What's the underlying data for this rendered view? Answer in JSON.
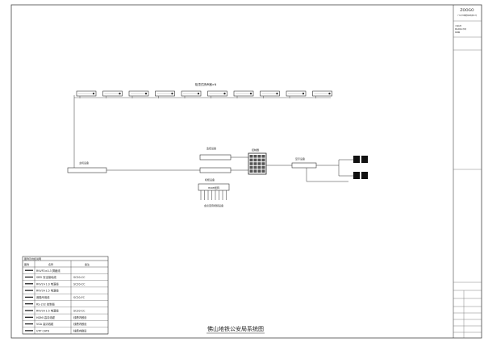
{
  "drawing": {
    "title": "佛山地铁公安局系统图",
    "top_label": "吸顶式扬声器×N",
    "left_label": "主机设备",
    "mid_label": "监控设备",
    "center_box_label": "控制器",
    "right_label": "显示设备",
    "rack_label": "机柜设备",
    "rack_sub": "HDMI矩阵",
    "rack_caption": "会议室音视频设备"
  },
  "title_block": {
    "company": "ZOOGO",
    "company_sub": "广东中光智能科技有限公司",
    "note_lines": [
      "工程名称",
      "佛山地铁公安局",
      "系统图"
    ]
  },
  "legend": {
    "title": "图例及线缆说明",
    "headers": [
      "图例",
      "名称",
      "备注"
    ],
    "rows": [
      {
        "name": "RVVP2×0.3 屏蔽线",
        "note": ""
      },
      {
        "name": "SEEI 安全接地线",
        "note": "SC20-CC"
      },
      {
        "name": "RVV2×1.0 电源线",
        "note": "SC20-CC"
      },
      {
        "name": "RVV3×1.5 电源线",
        "note": ""
      },
      {
        "name": "音箱专用线",
        "note": "SC20-FC"
      },
      {
        "name": "RS-232 控制线",
        "note": ""
      },
      {
        "name": "RVV3×1.5 电源线",
        "note": "SC20-CC"
      },
      {
        "name": "HDMI 高清线缆",
        "note": "线槽内敷设"
      },
      {
        "name": "VGA 高清线缆",
        "note": "线槽内敷设"
      },
      {
        "name": "UTP CAT6",
        "note": "线槽内敷设"
      }
    ]
  },
  "colors": {
    "line": "#333333",
    "dark": "#111111"
  }
}
